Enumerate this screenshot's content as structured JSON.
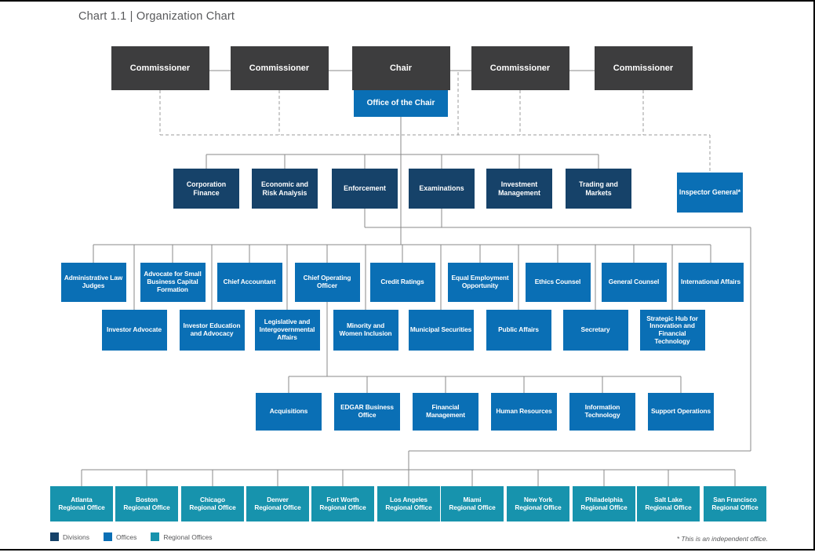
{
  "page": {
    "title": "Chart 1.1 | Organization Chart",
    "footnote": "* This is an independent office."
  },
  "org": {
    "top": [
      "Commissioner",
      "Commissioner",
      "Chair",
      "Commissioner",
      "Commissioner"
    ],
    "office_of_the_chair": "Office of the Chair",
    "divisions": [
      "Corporation Finance",
      "Economic and Risk Analysis",
      "Enforcement",
      "Examinations",
      "Investment Management",
      "Trading and Markets"
    ],
    "inspector_general": "Inspector General*",
    "offices_row1": [
      "Administrative Law Judges",
      "Advocate for Small Business Capital Formation",
      "Chief Accountant",
      "Chief Operating Officer",
      "Credit Ratings",
      "Equal Employment Opportunity",
      "Ethics Counsel",
      "General Counsel",
      "International Affairs"
    ],
    "offices_row2": [
      "Investor Advocate",
      "Investor Education and Advocacy",
      "Legislative and Intergovernmental Affairs",
      "Minority and Women Inclusion",
      "Municipal Securities",
      "Public Affairs",
      "Secretary",
      "Strategic Hub for Innovation and Financial Technology"
    ],
    "operations_offices": [
      "Acquisitions",
      "EDGAR Business Office",
      "Financial Management",
      "Human Resources",
      "Information Technology",
      "Support Operations"
    ],
    "regional_offices": [
      "Atlanta Regional Office",
      "Boston Regional Office",
      "Chicago Regional Office",
      "Denver Regional Office",
      "Fort Worth Regional Office",
      "Los Angeles Regional Office",
      "Miami Regional Office",
      "New York Regional Office",
      "Philadelphia Regional Office",
      "Salt Lake Regional Office",
      "San Francisco Regional Office"
    ]
  },
  "legend": {
    "items": [
      {
        "label": "Divisions",
        "color": "#164269"
      },
      {
        "label": "Offices",
        "color": "#0a6fb5"
      },
      {
        "label": "Regional Offices",
        "color": "#1793ad"
      }
    ]
  },
  "colors": {
    "commissioner_box": "#3d3d3e",
    "division_box": "#164269",
    "office_box": "#0a6fb5",
    "regional_box": "#1793ad",
    "connector_solid": "#8a8a8a",
    "connector_dashed": "#9b9b9b",
    "title_text": "#58595b"
  }
}
